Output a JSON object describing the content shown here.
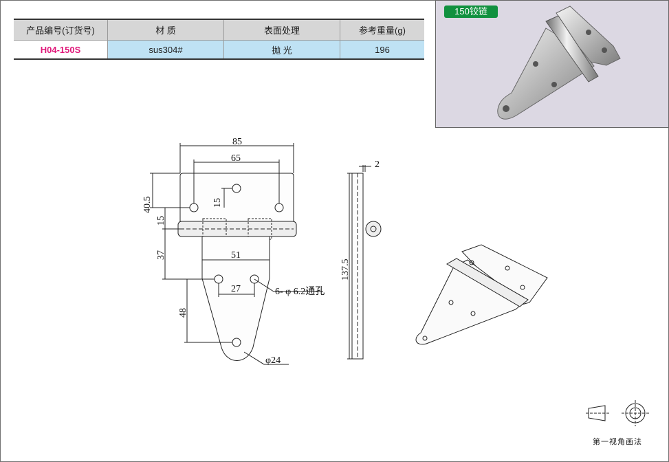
{
  "table": {
    "headers": [
      "产品编号(订货号)",
      "材 质",
      "表面处理",
      "参考重量(g)"
    ],
    "values": [
      "H04-150S",
      "sus304#",
      "抛 光",
      "196"
    ]
  },
  "photo": {
    "label": "150铰链"
  },
  "drawing": {
    "dims": {
      "d85": "85",
      "d65": "65",
      "d40_5": "40.5",
      "d15a": "15",
      "d15b": "15",
      "d37": "37",
      "d51": "51",
      "d27": "27",
      "d48": "48",
      "d24": "φ24",
      "holes": "6- φ 6.2通孔",
      "d2": "2",
      "d137_5": "137.5"
    }
  },
  "projection": {
    "label": "第一视角画法"
  }
}
